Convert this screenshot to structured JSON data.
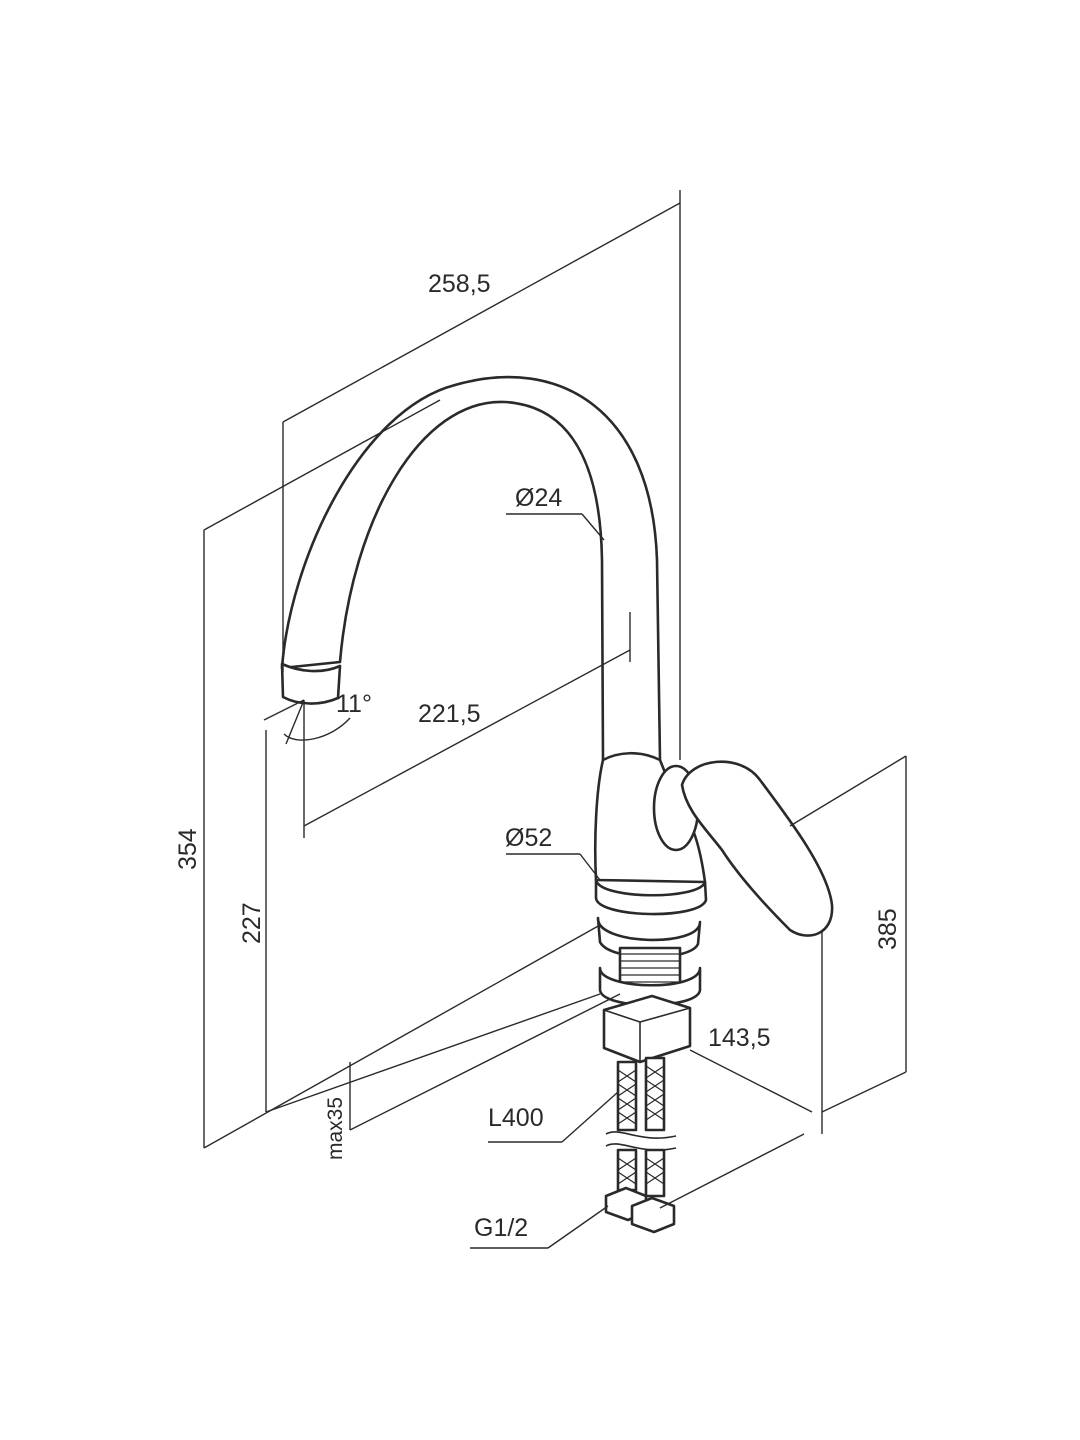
{
  "drawing": {
    "dimensions": {
      "total_reach": "258,5",
      "spout_diameter": "Ø24",
      "spout_angle": "11°",
      "spout_reach": "221,5",
      "total_height": "354",
      "spout_height": "227",
      "body_diameter": "Ø52",
      "handle_height": "385",
      "base_depth": "143,5",
      "hose_length": "L400",
      "max_thickness": "max35",
      "connection": "G1/2"
    }
  }
}
